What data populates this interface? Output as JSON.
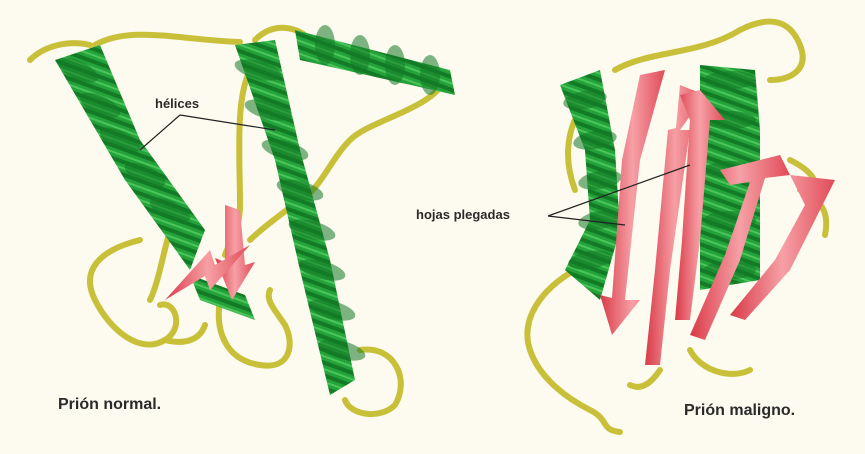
{
  "labels": {
    "helices": "hélices",
    "sheets": "hojas plegadas",
    "normal_caption": "Prión normal.",
    "malignant_caption": "Prión maligno."
  },
  "colors": {
    "background": "#fdfaf0",
    "helix": "#24a33a",
    "helix_dark": "#137a26",
    "coil": "#c9c03a",
    "sheet": "#e9545f",
    "sheet_light": "#f6a0a6"
  }
}
